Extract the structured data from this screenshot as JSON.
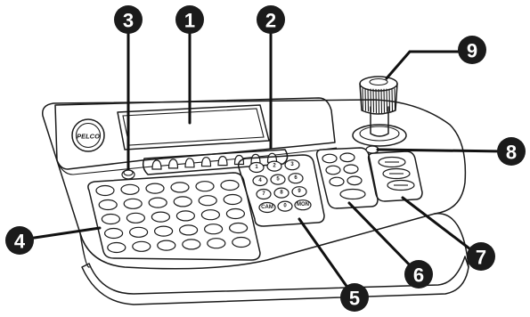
{
  "brand": {
    "logo_text": "PELCO"
  },
  "numeric_keys": [
    "1",
    "2",
    "3",
    "4",
    "5",
    "6",
    "7",
    "8",
    "9",
    "0"
  ],
  "numeric_func_keys": [
    "CAM",
    "MON"
  ],
  "callouts": [
    {
      "id": 1,
      "label": "1"
    },
    {
      "id": 2,
      "label": "2"
    },
    {
      "id": 3,
      "label": "3"
    },
    {
      "id": 4,
      "label": "4"
    },
    {
      "id": 5,
      "label": "5"
    },
    {
      "id": 6,
      "label": "6"
    },
    {
      "id": 7,
      "label": "7"
    },
    {
      "id": 8,
      "label": "8"
    },
    {
      "id": 9,
      "label": "9"
    }
  ],
  "colors": {
    "outline": "#1a1a1a",
    "callout_fill": "#1b1b1b",
    "background": "#ffffff"
  }
}
